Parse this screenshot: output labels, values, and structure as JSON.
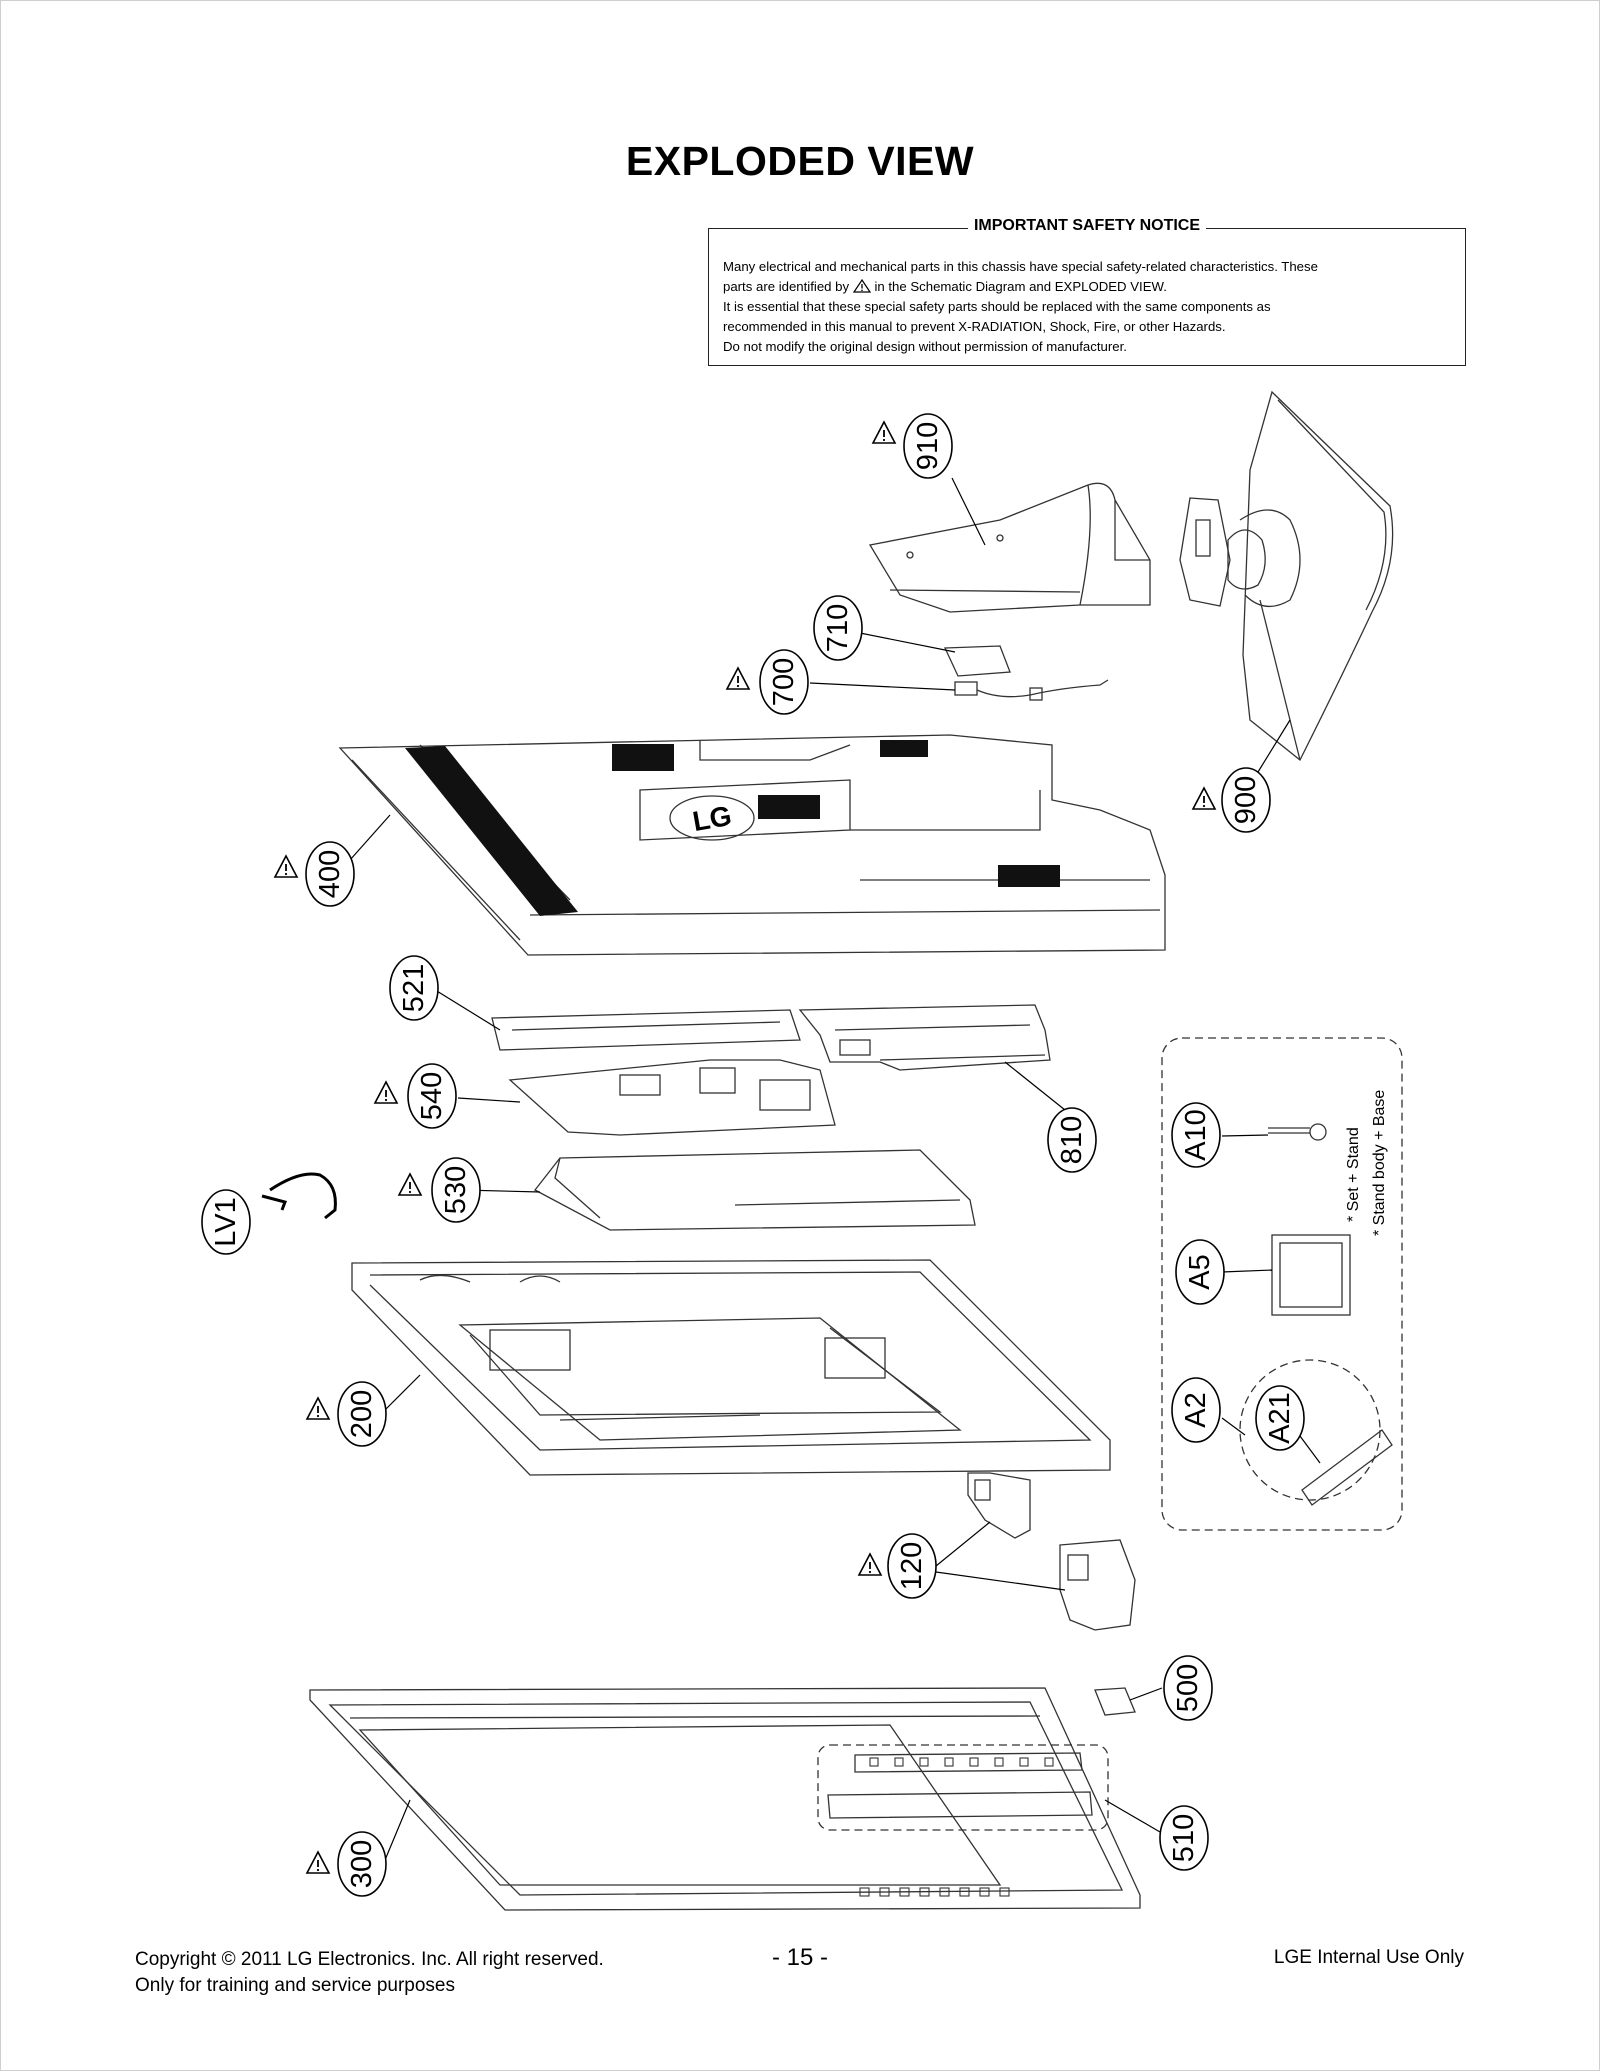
{
  "title": "EXPLODED VIEW",
  "notice": {
    "heading": "IMPORTANT SAFETY NOTICE",
    "line1": "Many electrical and mechanical parts in this chassis have special safety-related characteristics. These",
    "line2a": "parts are identified by",
    "line2b": "in the Schematic Diagram and EXPLODED VIEW.",
    "line3": "It is essential that these special safety parts should be replaced with the same components as",
    "line4": "recommended in this manual to prevent X-RADIATION, Shock, Fire, or other Hazards.",
    "line5": "Do not modify the original design without permission of manufacturer."
  },
  "labels": {
    "p910": "910",
    "p710": "710",
    "p700": "700",
    "p900": "900",
    "p400": "400",
    "p521": "521",
    "p540": "540",
    "p810": "810",
    "p530": "530",
    "pLV1": "LV1",
    "pA10": "A10",
    "pA5": "A5",
    "pA2": "A2",
    "pA21": "A21",
    "p200": "200",
    "p120": "120",
    "p500": "500",
    "p300": "300",
    "p510": "510"
  },
  "accessory_notes": {
    "note1": "* Set + Stand",
    "note2": "* Stand body + Base"
  },
  "back_cover_logo": "LG",
  "footer": {
    "copyright": "Copyright  © 2011  LG Electronics. Inc. All right reserved.",
    "purpose": "Only for training and service purposes",
    "page": "- 15 -",
    "internal": "LGE Internal Use Only"
  }
}
